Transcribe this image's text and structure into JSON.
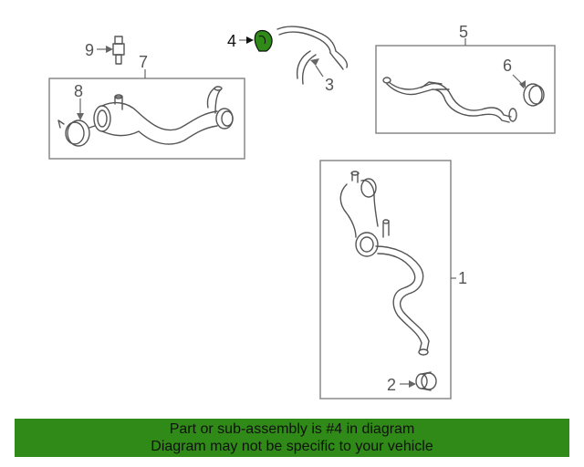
{
  "callouts": {
    "c1": "1",
    "c2": "2",
    "c3": "3",
    "c4": "4",
    "c5": "5",
    "c6": "6",
    "c7": "7",
    "c8": "8",
    "c9": "9"
  },
  "highlight_part": "4",
  "colors": {
    "banner": "#2f8a17",
    "highlight": "#2f8a17",
    "line": "#555555",
    "box": "#888888"
  },
  "banner": {
    "line1": "Part or sub-assembly is #4 in diagram",
    "line2": "Diagram may not be specific to your vehicle"
  }
}
